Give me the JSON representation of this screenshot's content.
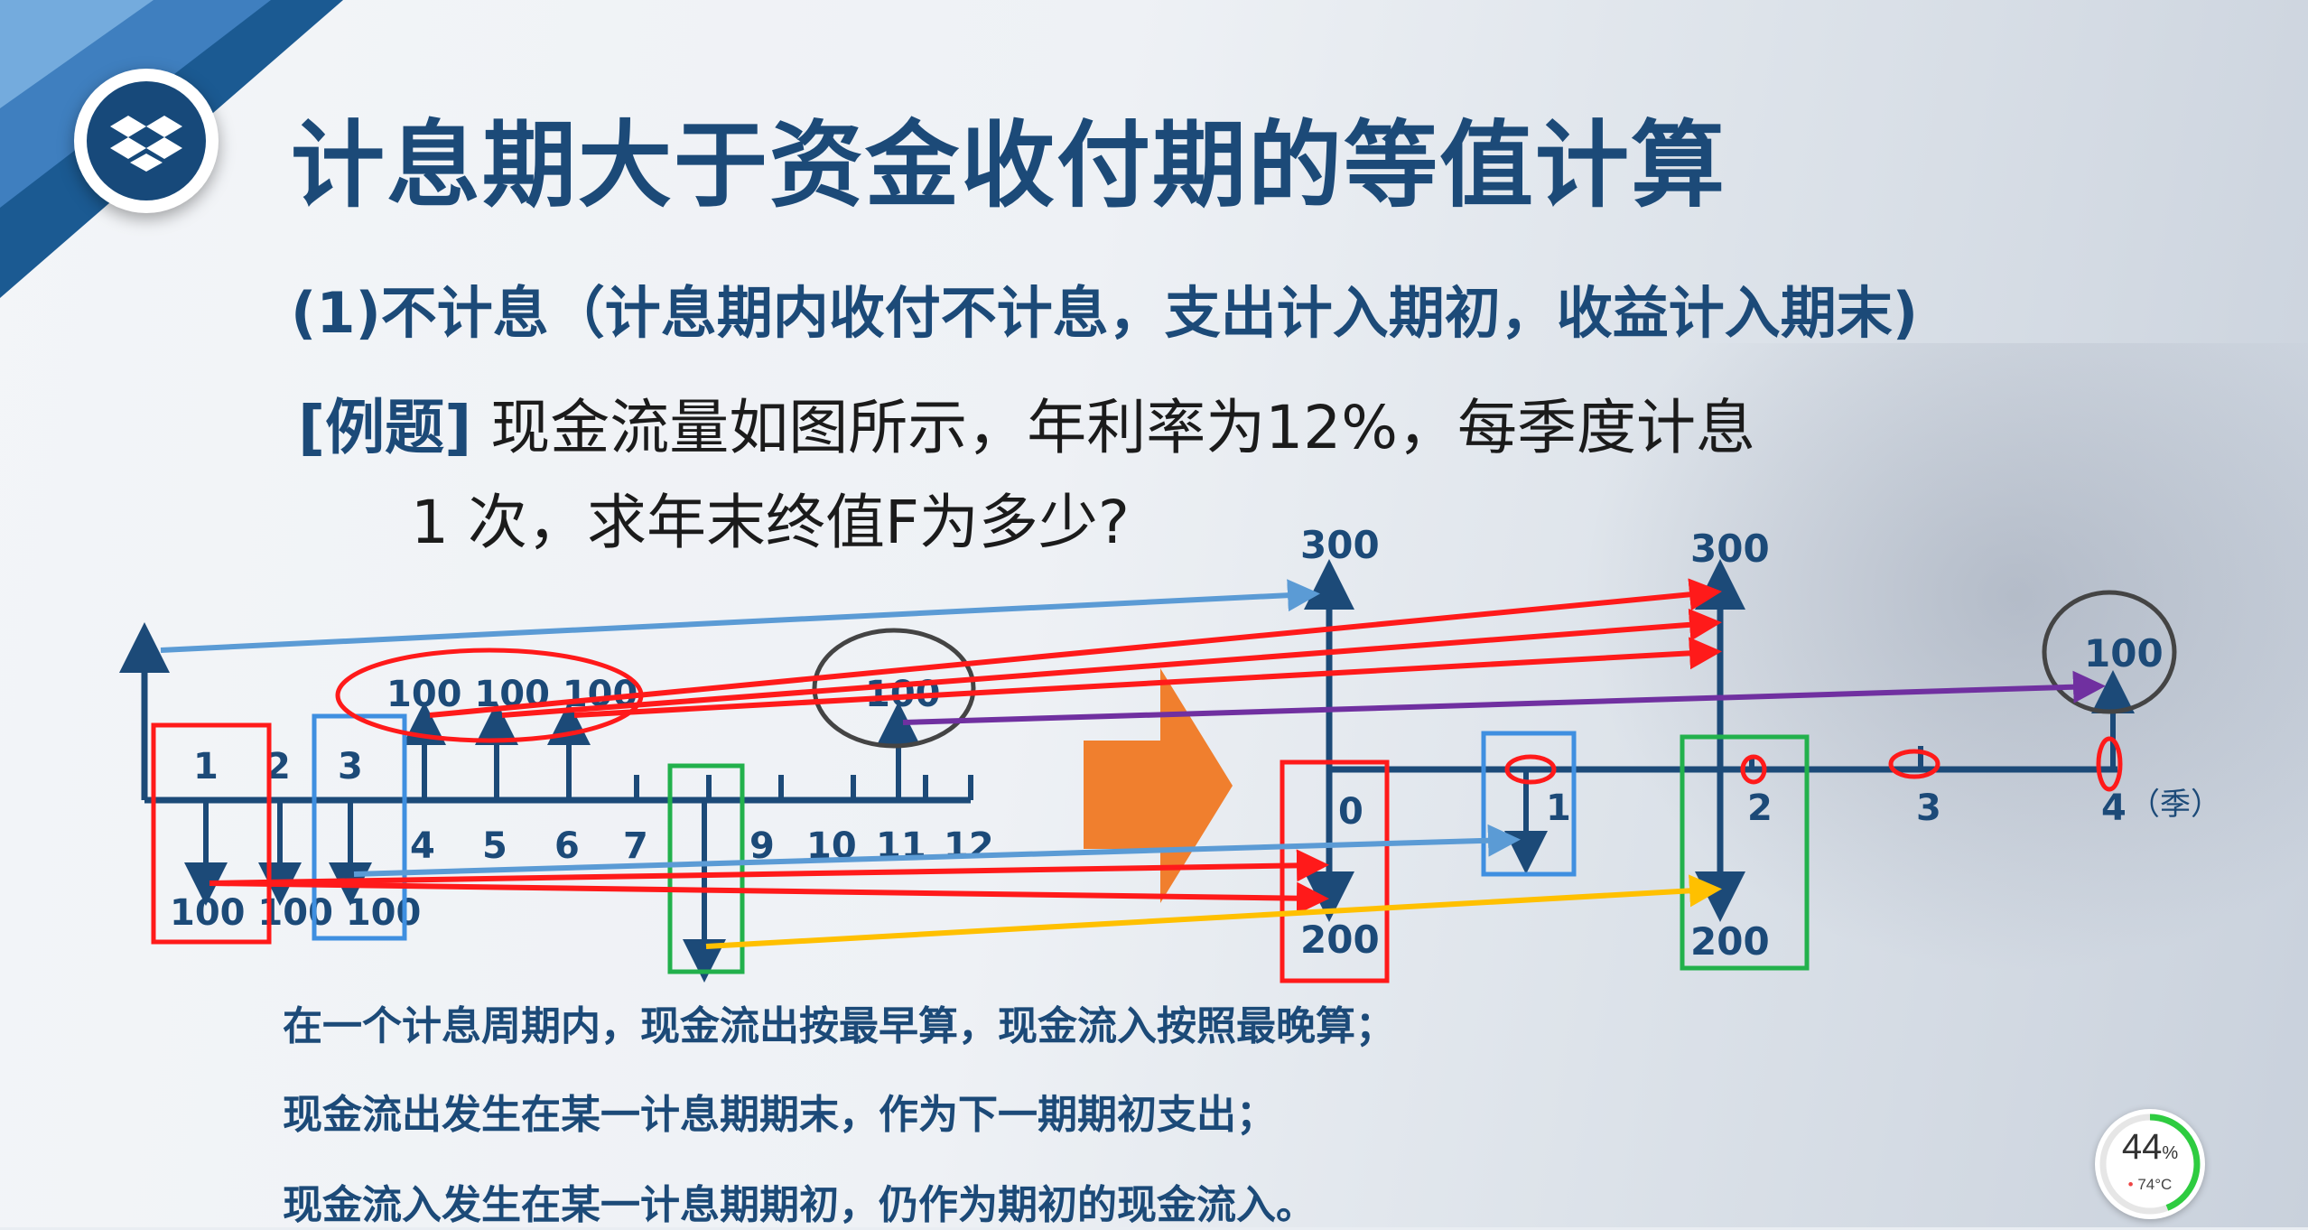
{
  "title": "计息期大于资金收付期的等值计算",
  "subtitle": "(1)不计息（计息期内收付不计息，支出计入期初，收益计入期末)",
  "example": {
    "tag": "[例题]",
    "line1": " 现金流量如图所示，年利率为12%，每季度计息",
    "line2": "1 次，求年末终值F为多少?"
  },
  "left_diagram": {
    "period_labels_top": [
      "1",
      "2",
      "3"
    ],
    "period_labels_bottom": [
      "4",
      "5",
      "6",
      "7",
      "9",
      "10",
      "11",
      "12"
    ],
    "inflow_label": "100 100 100",
    "inflow_single_label": "100",
    "outflow_label": "100 100 100"
  },
  "right_diagram": {
    "top_left_label": "300",
    "top_mid_label": "300",
    "right_label": "100",
    "bottom_left_label": "200",
    "bottom_mid_label": "200",
    "axis_labels": [
      "0",
      "1",
      "2",
      "3",
      "4"
    ],
    "unit_label": "（季）"
  },
  "notes": [
    "在一个计息周期内，现金流出按最早算，现金流入按照最晚算；",
    "现金流出发生在某一计息期期末，作为下一期期初支出；",
    "现金流入发生在某一计息期期初，仍作为期初的现金流入。"
  ],
  "badge": {
    "percent": "44",
    "percent_unit": "%",
    "temp": "74°C",
    "level": 0.44
  },
  "colors": {
    "navy": "#1c4a78",
    "red": "#ff1a1a",
    "blue": "#5b9bd5",
    "green": "#22b14c",
    "gray": "#444444",
    "purple": "#7030a0",
    "yellow": "#ffc000",
    "orange": "#f07f2e"
  },
  "icons": {
    "logo": "dropbox-box-icon",
    "thermometer": "thermometer-icon"
  }
}
